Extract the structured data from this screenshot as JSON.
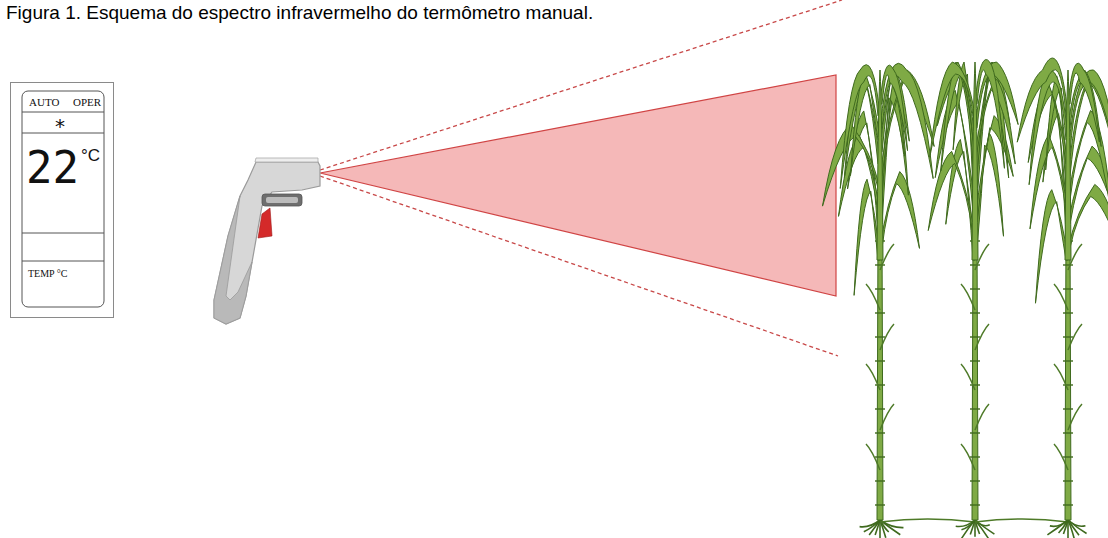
{
  "diagram": {
    "title": "Figura 1. Esquema do espectro infravermelho do termômetro manual.",
    "nodes": [
      {
        "text": [
          "AUTO",
          "OPER",
          "*",
          "22",
          "°C",
          "TEMP °C"
        ]
      }
    ]
  }
}
